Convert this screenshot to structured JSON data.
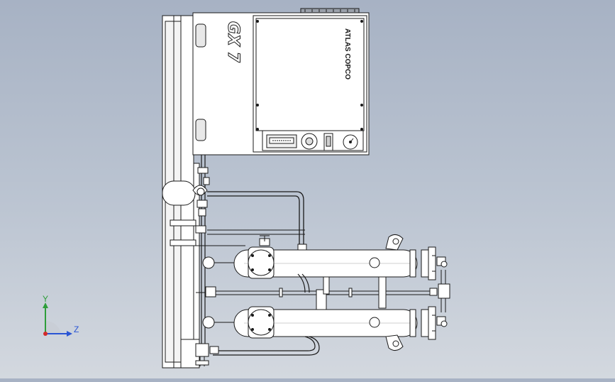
{
  "model_label": "GX 7",
  "brand_label": "ATLAS COPCO",
  "triad": {
    "y_label": "Y",
    "z_label": "Z"
  },
  "colors": {
    "background_top": "#a7b2c4",
    "background_bottom": "#d3d8df",
    "line": "#1a1a1a",
    "part_fill": "#ffffff",
    "axis_y": "#2e9e3a",
    "axis_z": "#2a55d4",
    "axis_x": "#d42a2a"
  }
}
